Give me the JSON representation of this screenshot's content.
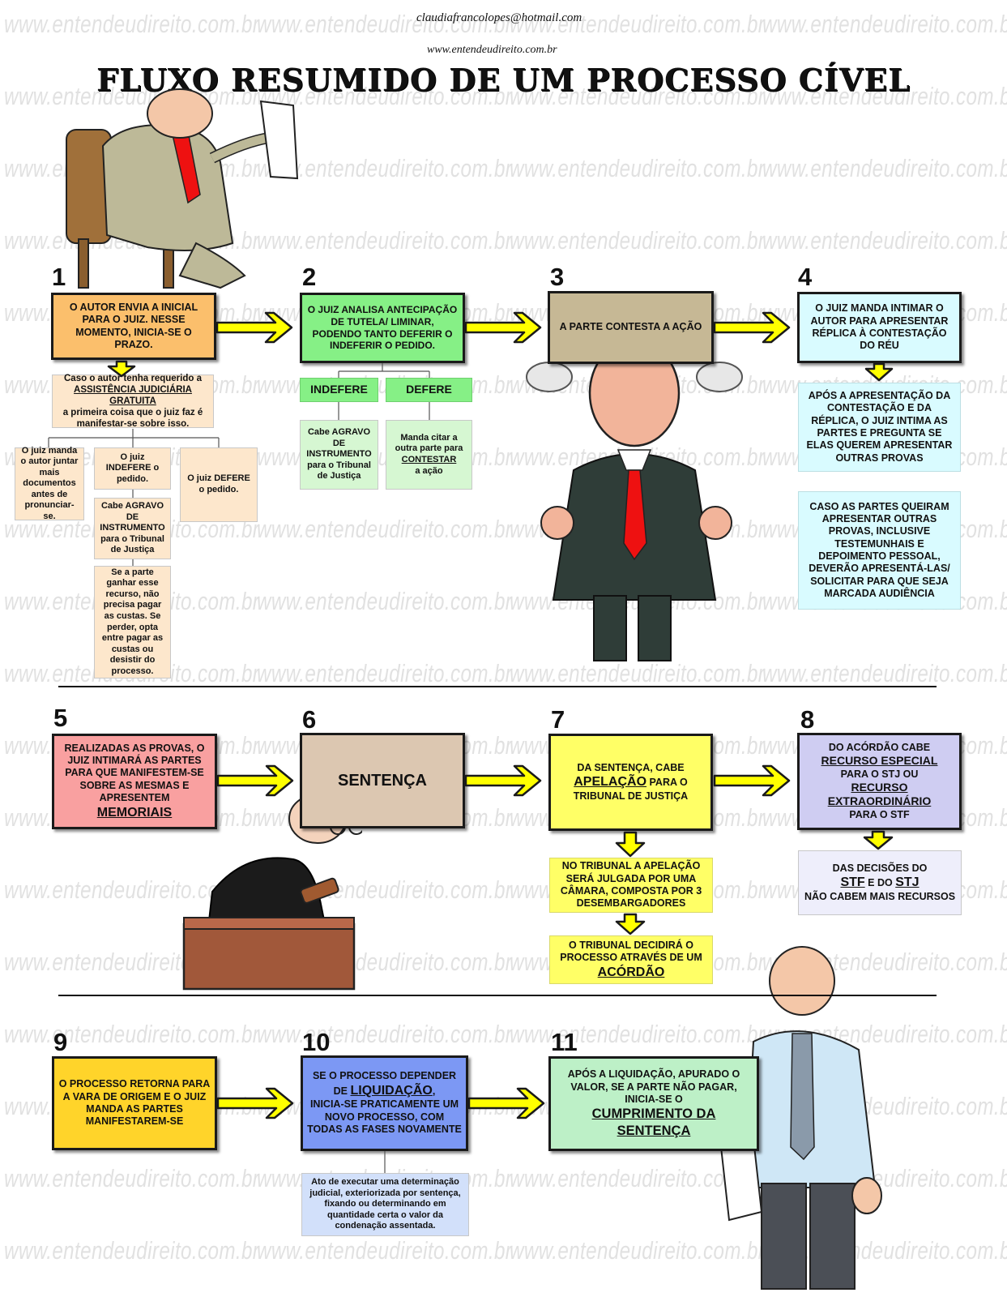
{
  "header": {
    "email": "claudiafrancolopes@hotmail.com",
    "site": "www.entendeudireito.com.br",
    "title": "FLUXO RESUMIDO DE UM PROCESSO CÍVEL"
  },
  "watermark": "www.entendeudireito.com.br",
  "colors": {
    "orange": "#fbbf6c",
    "light_orange": "#fde7cc",
    "green": "#86f086",
    "light_green": "#d6f7d2",
    "tan": "#c6b895",
    "cyan": "#d9fbff",
    "pink": "#f9a0a0",
    "brown_tan": "#dcc7b1",
    "yellow": "#ffff66",
    "lavender": "#cfcdf2",
    "light_lavender": "#eeeefb",
    "gold": "#ffd42a",
    "blue": "#7c98f4",
    "light_blue": "#d2e0fa",
    "mint": "#bdf0c7",
    "arrow_yellow": "#ffff00"
  },
  "steps": {
    "s1": {
      "num": "1",
      "main": "O AUTOR ENVIA A INICIAL PARA O JUIZ. NESSE MOMENTO, INICIA-SE O PRAZO.",
      "note_a": "Caso o autor tenha requerido a",
      "note_b": "ASSISTÊNCIA JUDICIÁRIA GRATUITA",
      "note_c": "a primeira coisa que o juiz faz é manifestar-se sobre isso.",
      "opt1": "O juiz manda o autor juntar mais documentos antes de pronunciar-se.",
      "opt2": "O juiz INDEFERE o pedido.",
      "opt3": "O juiz DEFERE o pedido.",
      "agravo": "Cabe AGRAVO DE INSTRUMENTO para o Tribunal de Justiça",
      "recurso": "Se a parte ganhar esse recurso, não precisa pagar as custas. Se perder, opta entre pagar as custas ou desistir do processo."
    },
    "s2": {
      "num": "2",
      "main": "O JUIZ ANALISA ANTECIPAÇÃO DE TUTELA/ LIMINAR, PODENDO TANTO DEFERIR O INDEFERIR O PEDIDO.",
      "indefere": "INDEFERE",
      "defere": "DEFERE",
      "agravo": "Cabe AGRAVO DE INSTRUMENTO para o Tribunal de Justiça",
      "citar_a": "Manda citar a outra parte para",
      "citar_b": "CONTESTAR",
      "citar_c": "a ação"
    },
    "s3": {
      "num": "3",
      "main": "A PARTE CONTESTA A AÇÃO"
    },
    "s4": {
      "num": "4",
      "main": "O JUIZ MANDA INTIMAR O AUTOR PARA APRESENTAR RÉPLICA À CONTESTAÇÃO DO RÉU",
      "provas": "APÓS A APRESENTAÇÃO DA CONTESTAÇÃO E DA RÉPLICA, O JUIZ INTIMA AS PARTES E PREGUNTA SE ELAS QUEREM APRESENTAR OUTRAS PROVAS",
      "audiencia": "CASO AS PARTES QUEIRAM APRESENTAR OUTRAS PROVAS, INCLUSIVE TESTEMUNHAIS E DEPOIMENTO PESSOAL, DEVERÃO APRESENTÁ-LAS/ SOLICITAR PARA QUE SEJA MARCADA AUDIÊNCIA"
    },
    "s5": {
      "num": "5",
      "main": "REALIZADAS AS PROVAS, O JUIZ INTIMARÁ AS PARTES PARA QUE MANIFESTEM-SE SOBRE AS MESMAS E APRESENTEM",
      "key": "MEMORIAIS"
    },
    "s6": {
      "num": "6",
      "main": "SENTENÇA"
    },
    "s7": {
      "num": "7",
      "pre": "DA SENTENÇA, CABE",
      "key": "APELAÇÃO",
      "post": "PARA O TRIBUNAL DE JUSTIÇA",
      "camara": "NO TRIBUNAL A APELAÇÃO SERÁ JULGADA POR UMA CÂMARA, COMPOSTA POR 3 DESEMBARGADORES",
      "acordao_pre": "O TRIBUNAL DECIDIRÁ O PROCESSO ATRAVÉS DE UM",
      "acordao_key": "ACÓRDÃO"
    },
    "s8": {
      "num": "8",
      "a": "DO ACÓRDÃO CABE",
      "b": "RECURSO ESPECIAL",
      "c": "PARA O STJ OU",
      "d": "RECURSO EXTRAORDINÁRIO",
      "e": "PARA O STF",
      "dec_a": "DAS DECISÕES DO",
      "dec_stf": "STF",
      "dec_e": "E DO",
      "dec_stj": "STJ",
      "dec_b": "NÃO CABEM MAIS RECURSOS"
    },
    "s9": {
      "num": "9",
      "main": "O PROCESSO RETORNA PARA A VARA DE ORIGEM E O JUIZ MANDA AS PARTES MANIFESTAREM-SE"
    },
    "s10": {
      "num": "10",
      "a": "SE O PROCESSO DEPENDER DE",
      "key": "LIQUIDAÇÃO",
      "b": "INICIA-SE PRATICAMENTE UM NOVO PROCESSO, COM TODAS AS FASES NOVAMENTE",
      "def": "Ato de executar uma determinação judicial, exteriorizada por sentença, fixando ou determinando em quantidade certa o valor da condenação assentada."
    },
    "s11": {
      "num": "11",
      "a": "APÓS A LIQUIDAÇÃO, APURADO O VALOR, SE A PARTE NÃO PAGAR, INICIA-SE O",
      "key": "CUMPRIMENTO DA SENTENÇA"
    }
  }
}
